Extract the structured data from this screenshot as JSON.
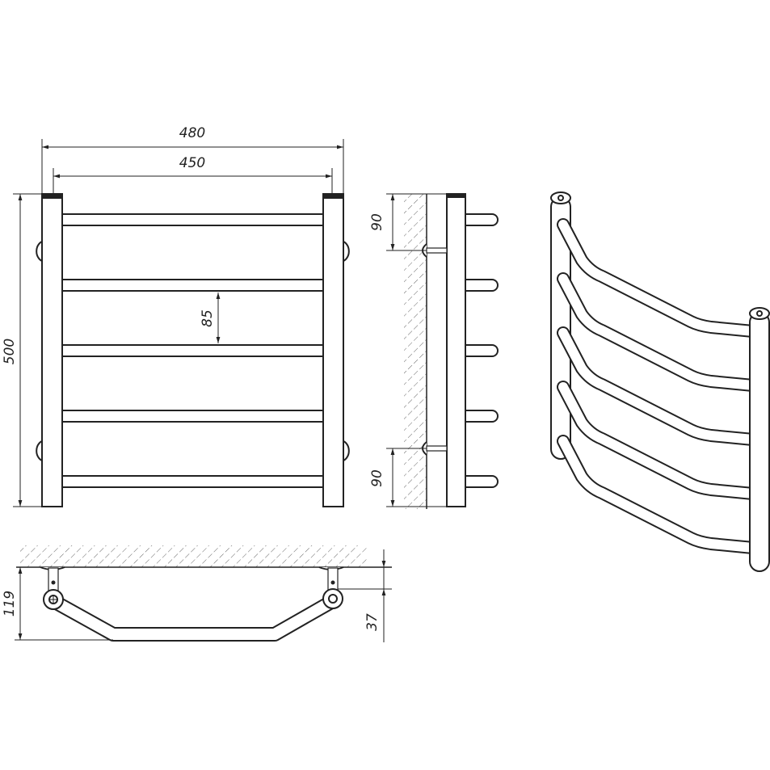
{
  "title": "Heated towel rail dimensional drawing",
  "dimensions": {
    "overall_width": "480",
    "axis_width": "450",
    "height": "500",
    "rung_spacing": "85",
    "top_bracket_offset": "90",
    "bottom_bracket_offset": "90",
    "depth": "119",
    "bracket_depth": "37"
  },
  "colors": {
    "line": "#222222",
    "hatch": "#555555",
    "background": "#ffffff"
  }
}
